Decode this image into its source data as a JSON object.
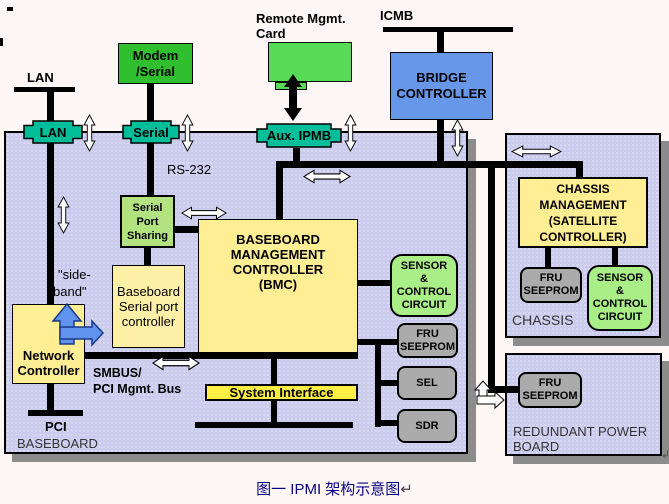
{
  "caption": {
    "text": "图一 IPMI 架构示意图",
    "return_mark": "↵",
    "color": "#000080"
  },
  "top": {
    "remote_mgmt_card_label": {
      "line1": "Remote Mgmt.",
      "line2": "Card"
    },
    "icmb_label": "ICMB",
    "lan_label": "LAN",
    "modem_serial": {
      "line1": "Modem",
      "line2": "/Serial"
    },
    "bridge_controller": {
      "line1": "BRIDGE",
      "line2": "CONTROLLER"
    }
  },
  "connectors": {
    "lan": "LAN",
    "serial": "Serial",
    "aux_ipmb": "Aux. IPMB"
  },
  "baseboard": {
    "rs232_label": "RS-232",
    "serial_port_sharing": {
      "line1": "Serial",
      "line2": "Port",
      "line3": "Sharing"
    },
    "bmc": {
      "line1": "BASEBOARD",
      "line2": "MANAGEMENT",
      "line3": "CONTROLLER",
      "line4": "(BMC)"
    },
    "baseboard_serial_port_controller": {
      "line1": "Baseboard",
      "line2": "Serial port",
      "line3": "controller"
    },
    "sideband_label": {
      "line1": "\"side-",
      "line2": "band\""
    },
    "network_controller": {
      "line1": "Network",
      "line2": "Controller"
    },
    "smbus_label": {
      "line1": "SMBUS/",
      "line2": "PCI Mgmt. Bus"
    },
    "system_interface": "System Interface",
    "sensor_control_circuit": {
      "line1": "SENSOR",
      "line2": "&",
      "line3": "CONTROL",
      "line4": "CIRCUIT"
    },
    "fru_seeprom": {
      "line1": "FRU",
      "line2": "SEEPROM"
    },
    "sel": "SEL",
    "sdr": "SDR",
    "pci_label": "PCI",
    "board_label": "BASEBOARD"
  },
  "chassis": {
    "chassis_management": {
      "line1": "CHASSIS",
      "line2": "MANAGEMENT",
      "line3": "(SATELLITE",
      "line4": "CONTROLLER)"
    },
    "fru_seeprom": {
      "line1": "FRU",
      "line2": "SEEPROM"
    },
    "sensor_control_circuit": {
      "line1": "SENSOR",
      "line2": "&",
      "line3": "CONTROL",
      "line4": "CIRCUIT"
    },
    "board_label": "CHASSIS"
  },
  "redundant_power": {
    "fru_seeprom": {
      "line1": "FRU",
      "line2": "SEEPROM"
    },
    "board_label": {
      "line1": "REDUNDANT POWER",
      "line2": "BOARD"
    },
    "return_mark": "↲"
  },
  "colors": {
    "board_fill": "#cbcbee",
    "teal": "#00be9a",
    "card_green": "#57db57",
    "modem_green": "#2fbf2f",
    "bridge_blue": "#6697e8",
    "box_yellow": "#ffee94",
    "bright_yellow": "#ffee44",
    "circuit_green": "#aaee88",
    "sharing_green": "#b2e380",
    "pale_yellow": "#fff0a8",
    "gray_box": "#ababab",
    "shadow_gray": "#8c8c8c",
    "arrow_blue": "#5f93ee"
  }
}
